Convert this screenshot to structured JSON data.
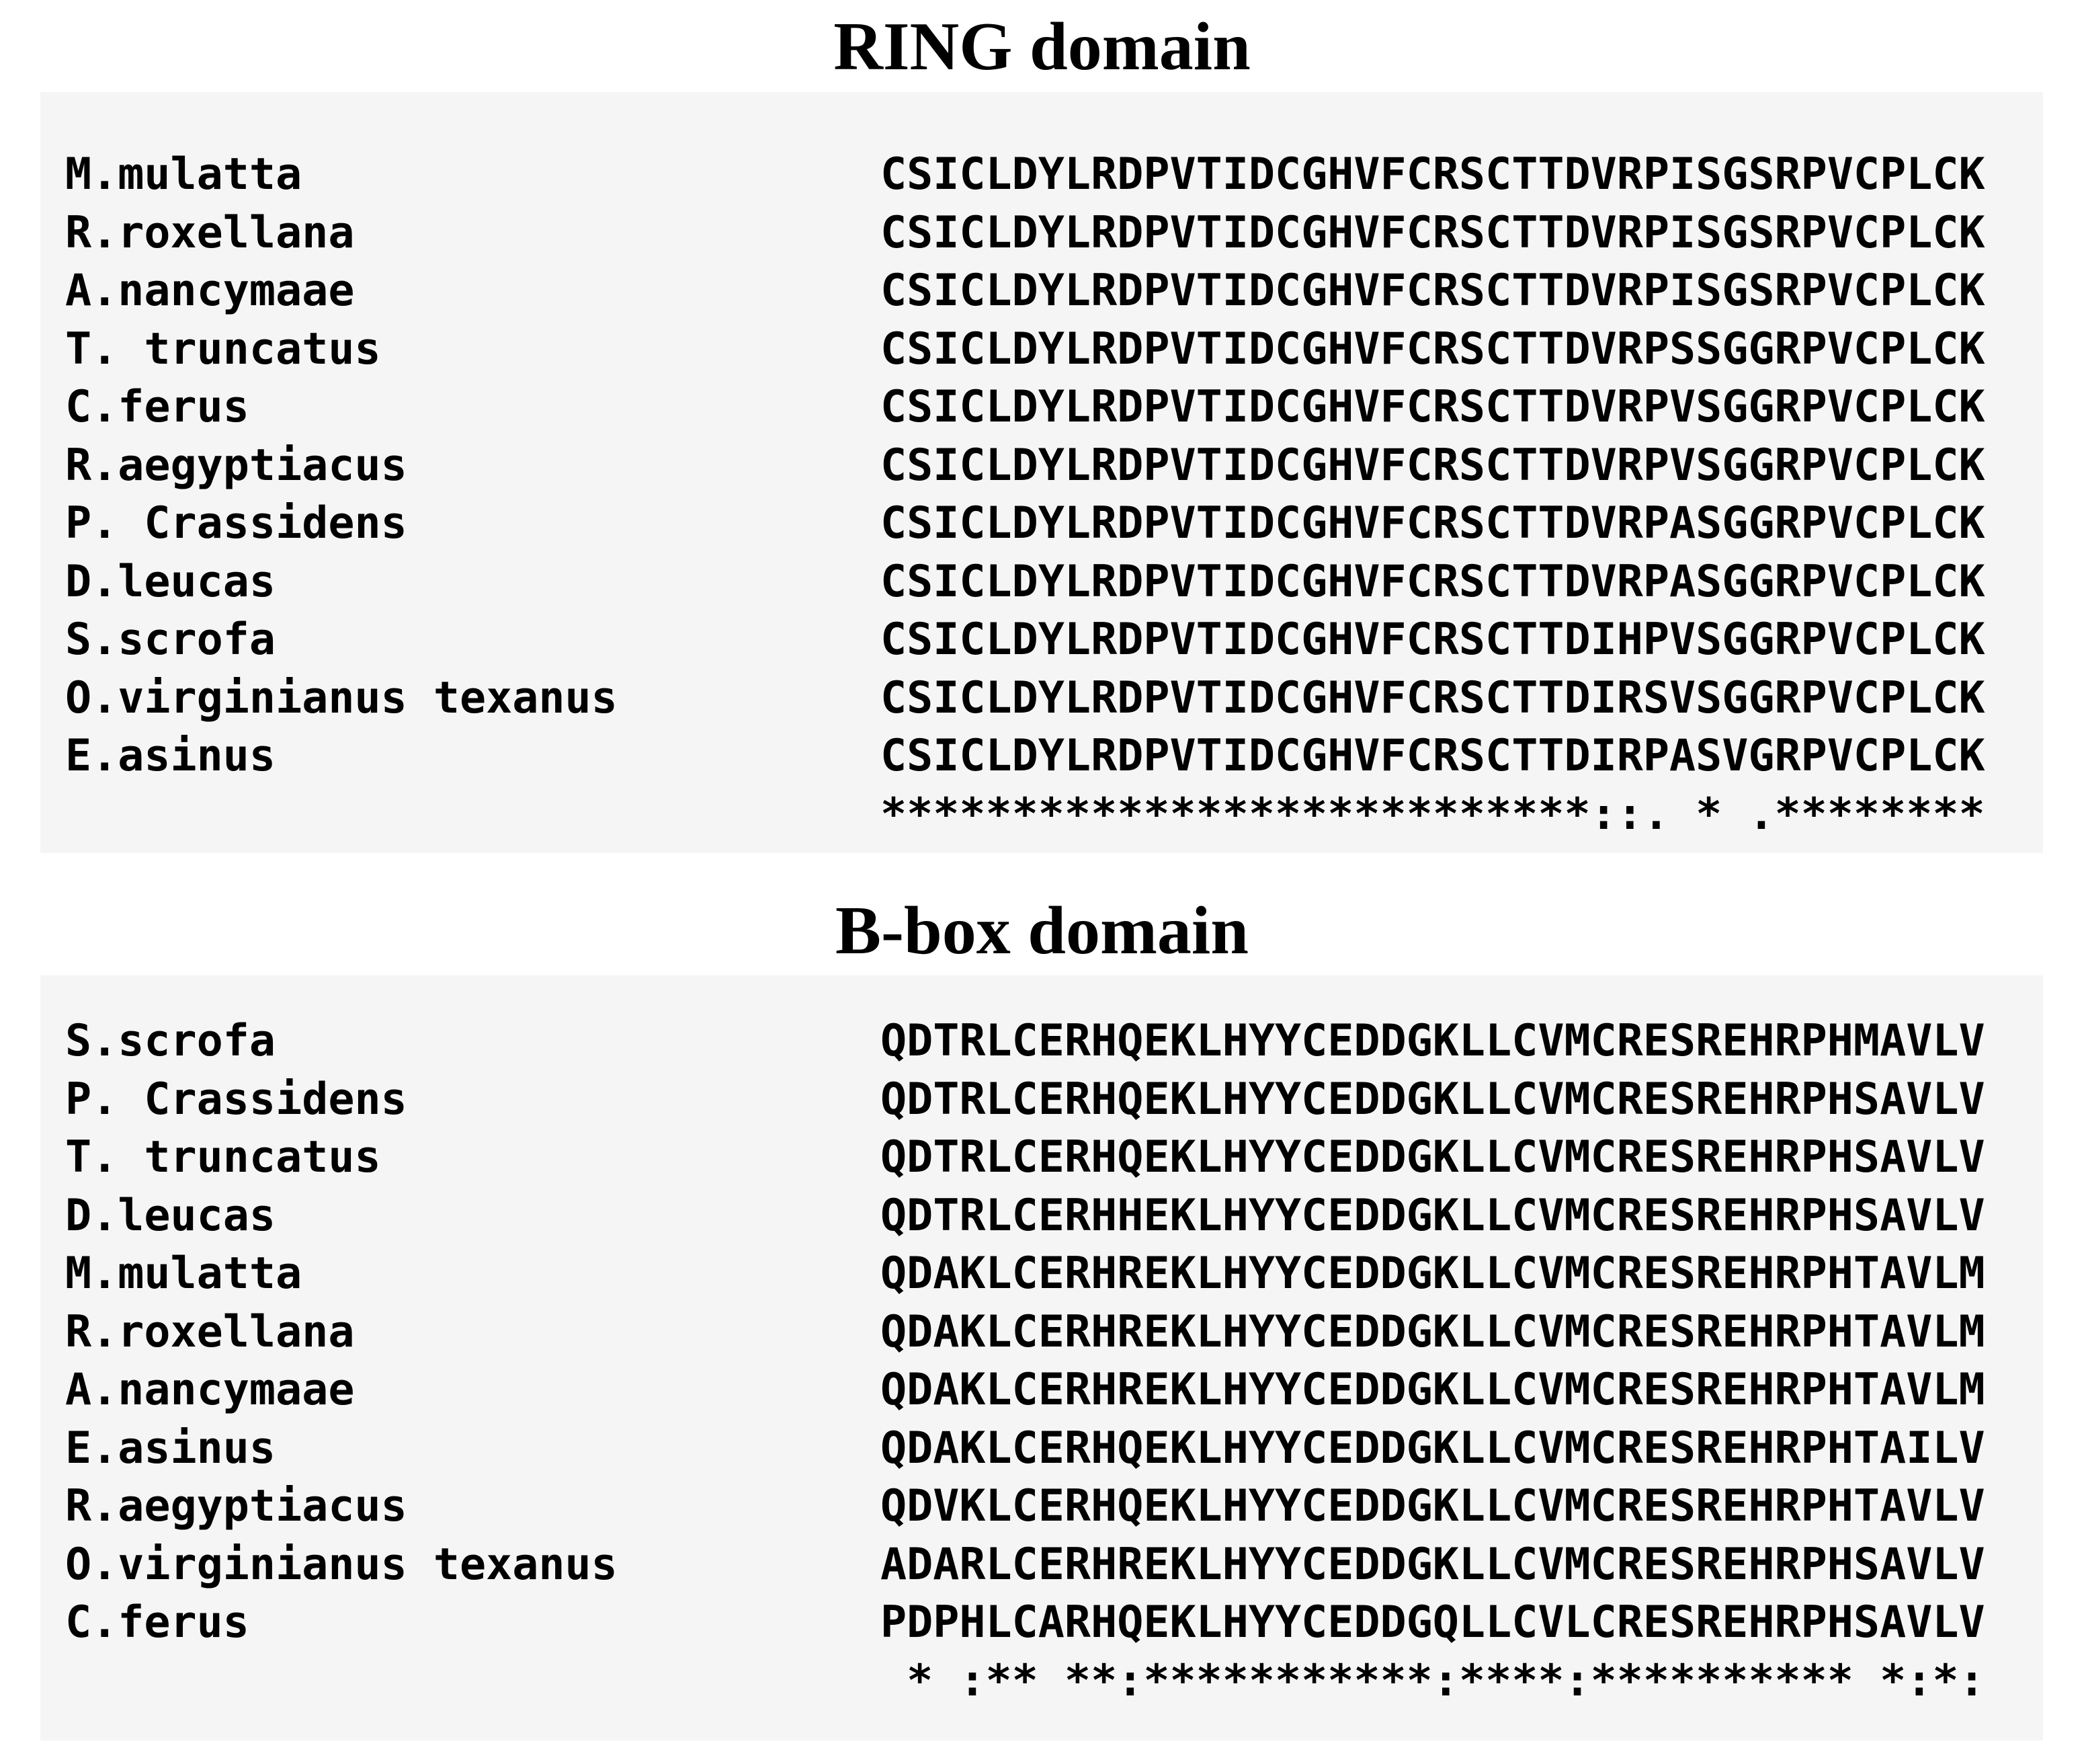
{
  "colors": {
    "page_bg": "#ffffff",
    "panel_bg": "#f5f5f5",
    "text": "#000000"
  },
  "panels": [
    {
      "title": "RING domain",
      "rows": [
        {
          "species": "M.mulatta",
          "sequence": "CSICLDYLRDPVTIDCGHVFCRSCTTDVRPISGSRPVCPLCK"
        },
        {
          "species": "R.roxellana",
          "sequence": "CSICLDYLRDPVTIDCGHVFCRSCTTDVRPISGSRPVCPLCK"
        },
        {
          "species": "A.nancymaae",
          "sequence": "CSICLDYLRDPVTIDCGHVFCRSCTTDVRPISGSRPVCPLCK"
        },
        {
          "species": "T. truncatus",
          "sequence": "CSICLDYLRDPVTIDCGHVFCRSCTTDVRPSSGGRPVCPLCK"
        },
        {
          "species": "C.ferus",
          "sequence": "CSICLDYLRDPVTIDCGHVFCRSCTTDVRPVSGGRPVCPLCK"
        },
        {
          "species": "R.aegyptiacus",
          "sequence": "CSICLDYLRDPVTIDCGHVFCRSCTTDVRPVSGGRPVCPLCK"
        },
        {
          "species": "P. Crassidens",
          "sequence": "CSICLDYLRDPVTIDCGHVFCRSCTTDVRPASGGRPVCPLCK"
        },
        {
          "species": "D.leucas",
          "sequence": "CSICLDYLRDPVTIDCGHVFCRSCTTDVRPASGGRPVCPLCK"
        },
        {
          "species": "S.scrofa",
          "sequence": "CSICLDYLRDPVTIDCGHVFCRSCTTDIHPVSGGRPVCPLCK"
        },
        {
          "species": "O.virginianus texanus",
          "sequence": "CSICLDYLRDPVTIDCGHVFCRSCTTDIRSVSGGRPVCPLCK"
        },
        {
          "species": "E.asinus",
          "sequence": "CSICLDYLRDPVTIDCGHVFCRSCTTDIRPASVGRPVCPLCK"
        }
      ],
      "consensus": "***************************::. * .********"
    },
    {
      "title": "B-box domain",
      "rows": [
        {
          "species": "S.scrofa",
          "sequence": "QDTRLCERHQEKLHYYCEDDGKLLCVMCRESREHRPHMAVLV"
        },
        {
          "species": "P. Crassidens",
          "sequence": "QDTRLCERHQEKLHYYCEDDGKLLCVMCRESREHRPHSAVLV"
        },
        {
          "species": "T. truncatus",
          "sequence": "QDTRLCERHQEKLHYYCEDDGKLLCVMCRESREHRPHSAVLV"
        },
        {
          "species": "D.leucas",
          "sequence": "QDTRLCERHHEKLHYYCEDDGKLLCVMCRESREHRPHSAVLV"
        },
        {
          "species": "M.mulatta",
          "sequence": "QDAKLCERHREKLHYYCEDDGKLLCVMCRESREHRPHTAVLM"
        },
        {
          "species": "R.roxellana",
          "sequence": "QDAKLCERHREKLHYYCEDDGKLLCVMCRESREHRPHTAVLM"
        },
        {
          "species": "A.nancymaae",
          "sequence": "QDAKLCERHREKLHYYCEDDGKLLCVMCRESREHRPHTAVLM"
        },
        {
          "species": "E.asinus",
          "sequence": "QDAKLCERHQEKLHYYCEDDGKLLCVMCRESREHRPHTAILV"
        },
        {
          "species": "R.aegyptiacus",
          "sequence": "QDVKLCERHQEKLHYYCEDDGKLLCVMCRESREHRPHTAVLV"
        },
        {
          "species": "O.virginianus texanus",
          "sequence": "ADARLCERHREKLHYYCEDDGKLLCVMCRESREHRPHSAVLV"
        },
        {
          "species": "C.ferus",
          "sequence": "PDPHLCARHQEKLHYYCEDDGQLLCVLCRESREHRPHSAVLV"
        }
      ],
      "consensus": " * :** **:***********:****:********** *:*:"
    }
  ]
}
